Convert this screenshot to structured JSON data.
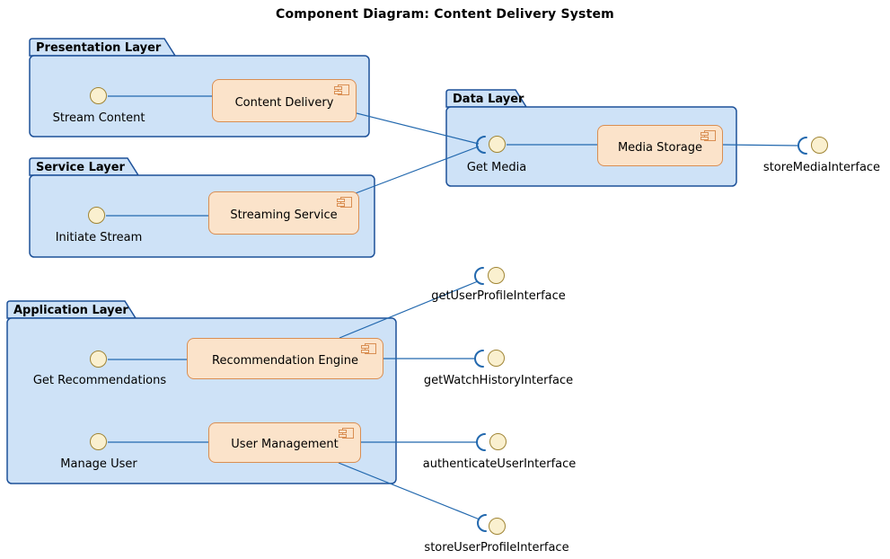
{
  "title": "Component Diagram: Content Delivery System",
  "packages": {
    "presentation": {
      "label": "Presentation Layer"
    },
    "service": {
      "label": "Service Layer"
    },
    "data": {
      "label": "Data Layer"
    },
    "application": {
      "label": "Application Layer"
    }
  },
  "components": {
    "content_delivery": {
      "label": "Content Delivery"
    },
    "streaming_service": {
      "label": "Streaming Service"
    },
    "media_storage": {
      "label": "Media Storage"
    },
    "recommendation_engine": {
      "label": "Recommendation Engine"
    },
    "user_management": {
      "label": "User Management"
    }
  },
  "interfaces": {
    "stream_content": {
      "label": "Stream Content",
      "type": "ball"
    },
    "initiate_stream": {
      "label": "Initiate Stream",
      "type": "ball"
    },
    "get_media": {
      "label": "Get Media",
      "type": "socket-ball"
    },
    "store_media": {
      "label": "storeMediaInterface",
      "type": "socket-ball"
    },
    "get_recommendations": {
      "label": "Get Recommendations",
      "type": "ball"
    },
    "manage_user": {
      "label": "Manage User",
      "type": "ball"
    },
    "get_user_profile": {
      "label": "getUserProfileInterface",
      "type": "socket-ball"
    },
    "get_watch_history": {
      "label": "getWatchHistoryInterface",
      "type": "socket-ball"
    },
    "authenticate_user": {
      "label": "authenticateUserInterface",
      "type": "socket-ball"
    },
    "store_user_profile": {
      "label": "storeUserProfileInterface",
      "type": "socket-ball"
    }
  },
  "colors": {
    "package_fill": "#CEE2F7",
    "package_border": "#1D5199",
    "component_fill": "#FBE3CA",
    "component_border": "#D98E52",
    "connector": "#2268AE",
    "interface_ball_fill": "#FAF0CF",
    "interface_ball_border": "#A08535"
  }
}
